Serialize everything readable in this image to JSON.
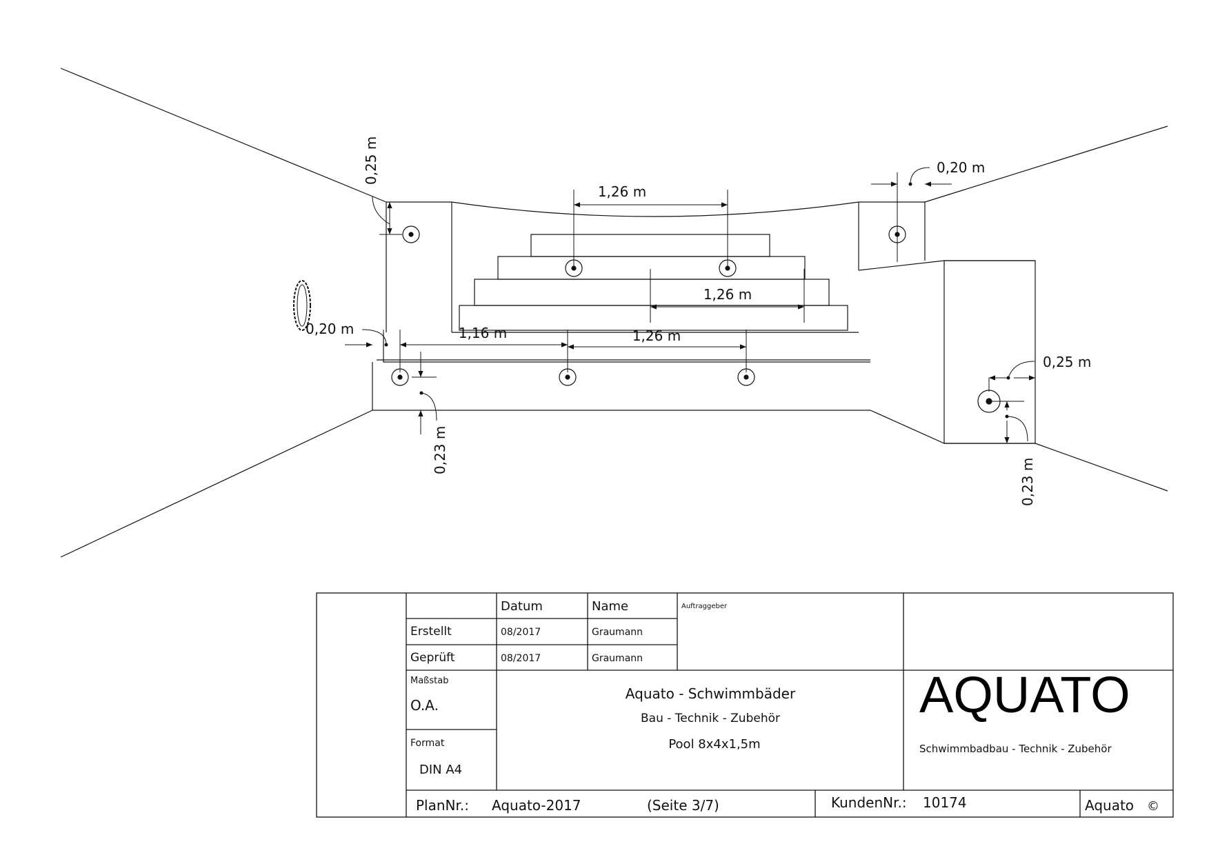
{
  "dimensions": {
    "top_left_vertical": "0,25 m",
    "top_width": "1,26 m",
    "top_right_horizontal": "0,20 m",
    "mid_width": "1,26 m",
    "left_horizontal": "0,20 m",
    "bottom_left_width": "1,16 m",
    "bottom_mid_width": "1,26 m",
    "bottom_left_vertical": "0,23 m",
    "right_horizontal": "0,25 m",
    "right_vertical": "0,23 m"
  },
  "title_block": {
    "col_datum": "Datum",
    "col_name": "Name",
    "auftraggeber_label": "Auftraggeber",
    "row_erstellt": {
      "label": "Erstellt",
      "datum": "08/2017",
      "name": "Graumann"
    },
    "row_geprueft": {
      "label": "Geprüft",
      "datum": "08/2017",
      "name": "Graumann"
    },
    "massstab_label": "Maßstab",
    "massstab_value": "O.A.",
    "format_label": "Format",
    "format_value": "DIN A4",
    "company_title": "Aquato - Schwimmbäder",
    "company_subtitle": "Bau - Technik - Zubehör",
    "project": "Pool 8x4x1,5m",
    "logo_text": "AQUATO",
    "logo_tagline": "Schwimmbadbau - Technik - Zubehör",
    "plan_label": "PlanNr.:",
    "plan_value": "Aquato-2017",
    "page_info": "(Seite 3/7)",
    "kunden_label": "KundenNr.:",
    "kunden_value": "10174",
    "copyright_text": "Aquato",
    "copyright_symbol": "©"
  }
}
